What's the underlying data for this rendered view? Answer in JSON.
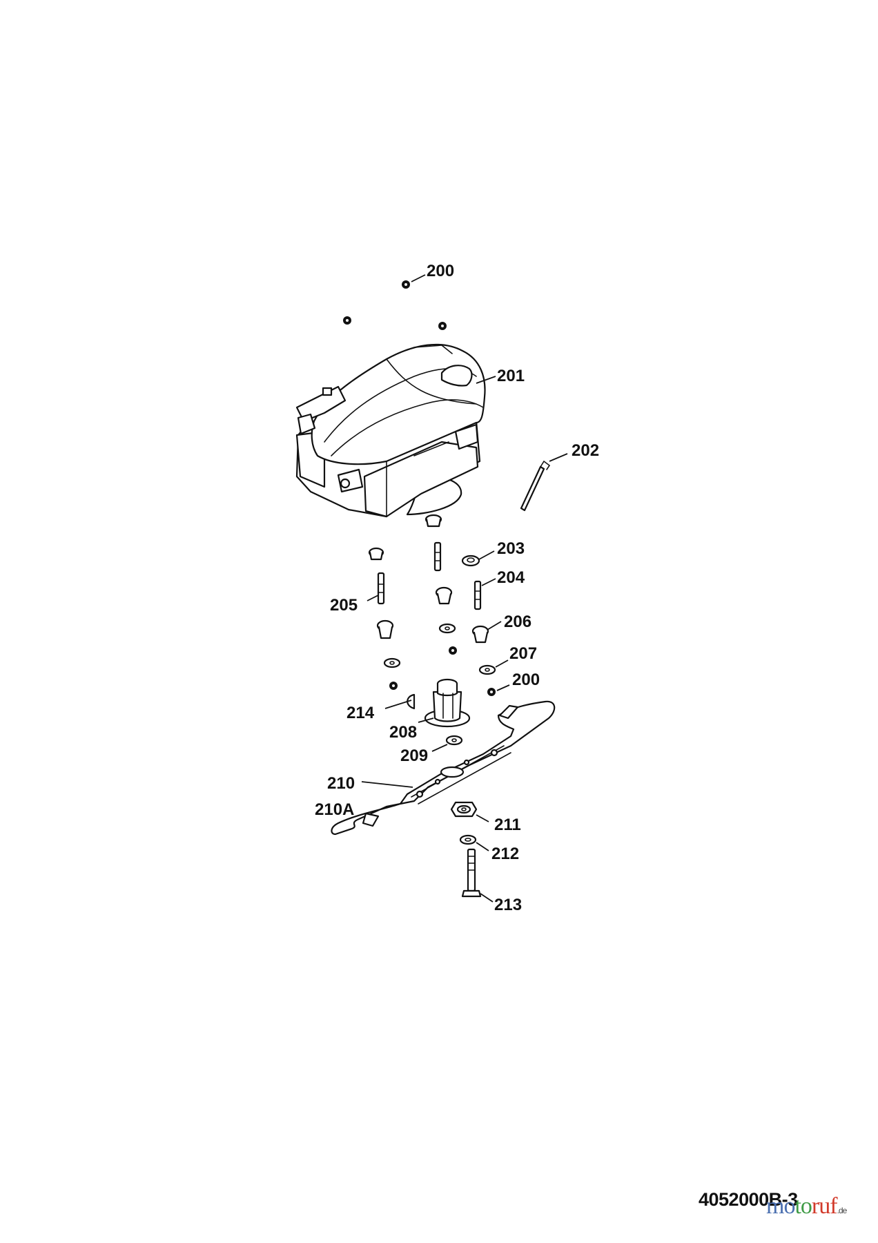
{
  "diagram": {
    "labels": {
      "p200_top": "200",
      "p201": "201",
      "p202": "202",
      "p203": "203",
      "p204": "204",
      "p205": "205",
      "p206": "206",
      "p207": "207",
      "p200_low": "200",
      "p214": "214",
      "p208": "208",
      "p209": "209",
      "p210": "210",
      "p210A": "210A",
      "p211": "211",
      "p212": "212",
      "p213": "213"
    },
    "drawing_code": "4052000B-3"
  },
  "watermark": {
    "part1": "mo",
    "part2": "to",
    "part3": "ruf",
    "tld": ".de"
  }
}
